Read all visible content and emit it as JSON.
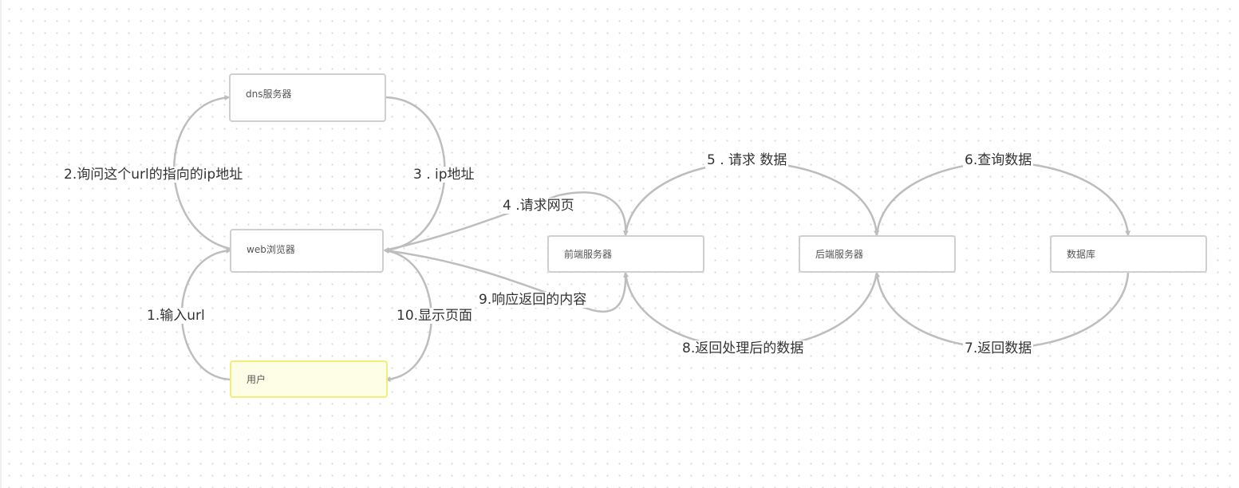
{
  "nodes": {
    "dns": "dns服务器",
    "browser": "web浏览器",
    "user": "用户",
    "frontend": "前端服务器",
    "backend": "后端服务器",
    "database": "数据库"
  },
  "edges": {
    "step1": "1.输入url",
    "step2": "2.询问这个url的指向的ip地址",
    "step3": "3 . ip地址",
    "step4": "4 .请求网页",
    "step5": "5 . 请求 数据",
    "step6": "6.查询数据",
    "step7": "7.返回数据",
    "step8": "8.返回处理后的数据",
    "step9": "9.响应返回的内容",
    "step10": "10.显示页面"
  },
  "colors": {
    "connector": "#bdbdbd",
    "node_border": "#cfcfcf",
    "user_fill": "#fefee6",
    "user_border": "#f2ee7a"
  }
}
